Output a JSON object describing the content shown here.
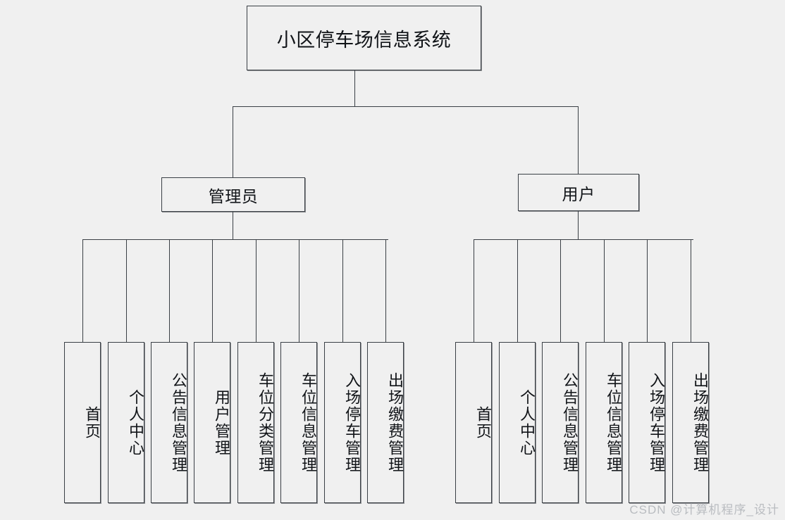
{
  "diagram": {
    "type": "tree-hierarchy",
    "title": "小区停车场信息系统",
    "root": {
      "label": "小区停车场信息系统"
    },
    "branches": [
      {
        "id": "admin",
        "label": "管理员",
        "leaves": [
          {
            "label": "首页"
          },
          {
            "label": "个人中心"
          },
          {
            "label": "公告信息管理"
          },
          {
            "label": "用户管理"
          },
          {
            "label": "车位分类管理"
          },
          {
            "label": "车位信息管理"
          },
          {
            "label": "入场停车管理"
          },
          {
            "label": "出场缴费管理"
          }
        ]
      },
      {
        "id": "user",
        "label": "用户",
        "leaves": [
          {
            "label": "首页"
          },
          {
            "label": "个人中心"
          },
          {
            "label": "公告信息管理"
          },
          {
            "label": "车位信息管理"
          },
          {
            "label": "入场停车管理"
          },
          {
            "label": "出场缴费管理"
          }
        ]
      }
    ]
  },
  "watermark": {
    "text": "CSDN @计算机程序_设计"
  },
  "colors": {
    "background": "#f0f0f0",
    "line": "#3a3f45",
    "text": "#111418",
    "watermark": "#b9bcc0"
  }
}
